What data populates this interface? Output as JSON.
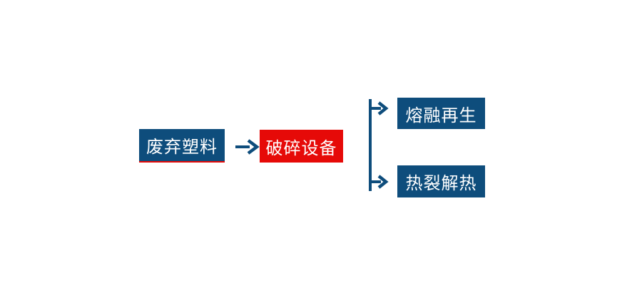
{
  "page": {
    "kind": "flowchart",
    "background": "#FFFFFF"
  },
  "colors": {
    "blue": "#0E4D7C",
    "red": "#E60A08",
    "text": "#FFFFFF",
    "background": "#FFFFFF"
  },
  "diagram": {
    "nodes": [
      {
        "id": "waste-plastic",
        "label": "废弃塑料",
        "style": "blue-with-red-underline"
      },
      {
        "id": "crushing-equipment",
        "label": "破碎设备",
        "style": "red"
      },
      {
        "id": "melt-regeneration",
        "label": "熔融再生",
        "style": "blue"
      },
      {
        "id": "pyrolysis-heat",
        "label": "热裂解热",
        "style": "blue"
      }
    ],
    "connections": [
      {
        "from": "waste-plastic",
        "to": "crushing-equipment",
        "type": "right-arrow"
      },
      {
        "from": "branch-line",
        "to": "melt-regeneration",
        "type": "right-arrow"
      },
      {
        "from": "branch-line",
        "to": "pyrolysis-heat",
        "type": "right-arrow"
      }
    ]
  }
}
